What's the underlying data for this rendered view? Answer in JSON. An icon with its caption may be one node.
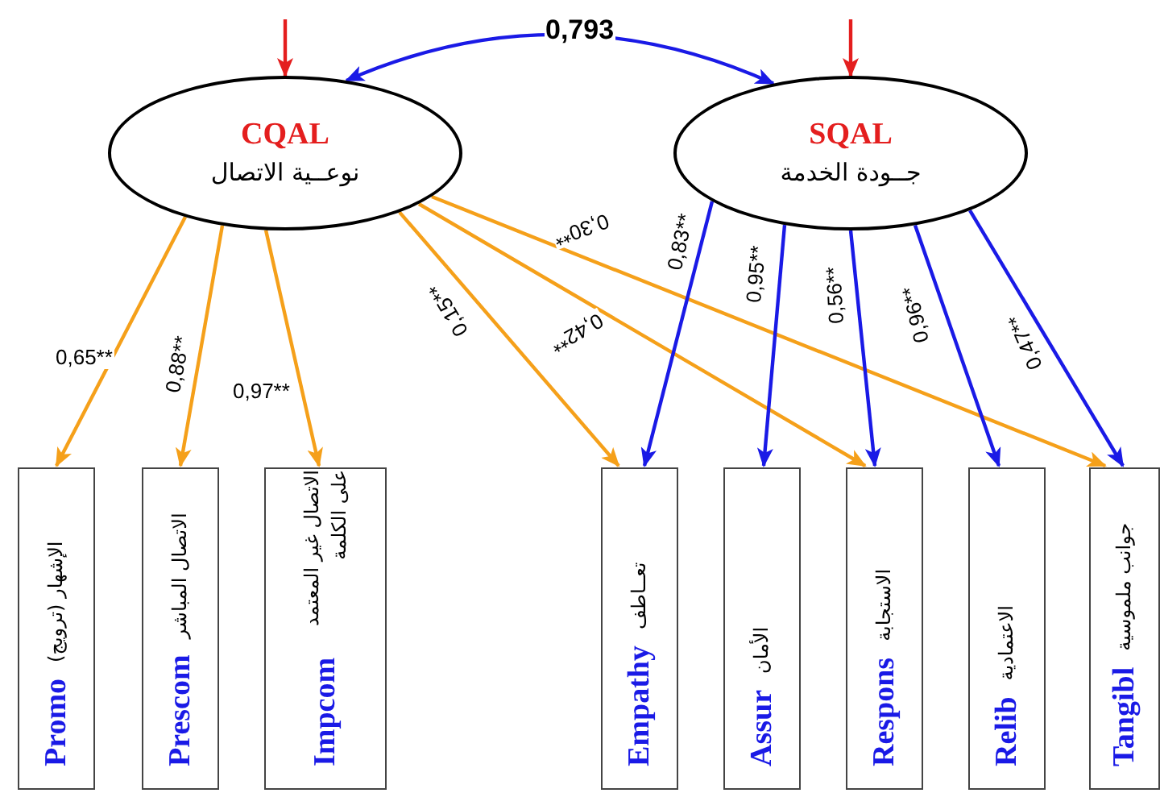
{
  "diagram": {
    "nodes": [
      {
        "text": [
          "CQAL",
          "نوعــية الاتصال"
        ]
      },
      {
        "text": [
          "SQAL",
          "جــودة الخدمة"
        ]
      },
      {
        "text": [
          "Promo",
          "الإشهار (ترويج)"
        ]
      },
      {
        "text": [
          "Prescom",
          "الاتصال المباشر"
        ]
      },
      {
        "text": [
          "Impcom",
          "الاتصال غير المعتمد على الكلمة"
        ]
      },
      {
        "text": [
          "Empathy",
          "تعــاطف"
        ]
      },
      {
        "text": [
          "Assur",
          "الأمان"
        ]
      },
      {
        "text": [
          "Respons",
          "الاستجابة"
        ]
      },
      {
        "text": [
          "Relib",
          "الاعتمادية"
        ]
      },
      {
        "text": [
          "Tangibl",
          "جوانب ملموسية"
        ]
      }
    ],
    "edges": [
      {
        "from": null,
        "to": 0,
        "arrow": "to",
        "color": "#e41e1e"
      },
      {
        "from": null,
        "to": 1,
        "arrow": "to",
        "color": "#e41e1e"
      },
      {
        "from": 0,
        "to": 1,
        "arrow": "both",
        "label": "0,793",
        "color": "#1a1ae6"
      },
      {
        "from": 0,
        "to": 2,
        "arrow": "to",
        "label": "0,65**",
        "color": "#f5a01a"
      },
      {
        "from": 0,
        "to": 3,
        "arrow": "to",
        "label": "0,88**",
        "color": "#f5a01a"
      },
      {
        "from": 0,
        "to": 4,
        "arrow": "to",
        "label": "0,97**",
        "color": "#f5a01a"
      },
      {
        "from": 0,
        "to": 5,
        "arrow": "to",
        "label": "0,15**",
        "color": "#f5a01a"
      },
      {
        "from": 0,
        "to": 7,
        "arrow": "to",
        "label": "0,42**",
        "color": "#f5a01a"
      },
      {
        "from": 0,
        "to": 9,
        "arrow": "to",
        "label": "0,30**",
        "color": "#f5a01a"
      },
      {
        "from": 1,
        "to": 5,
        "arrow": "to",
        "label": "0,83**",
        "color": "#1a1ae6"
      },
      {
        "from": 1,
        "to": 6,
        "arrow": "to",
        "label": "0,95**",
        "color": "#1a1ae6"
      },
      {
        "from": 1,
        "to": 7,
        "arrow": "to",
        "label": "0,56**",
        "color": "#1a1ae6"
      },
      {
        "from": 1,
        "to": 8,
        "arrow": "to",
        "label": "0,96**",
        "color": "#1a1ae6"
      },
      {
        "from": 1,
        "to": 9,
        "arrow": "to",
        "label": "0,47**",
        "color": "#1a1ae6"
      }
    ]
  }
}
